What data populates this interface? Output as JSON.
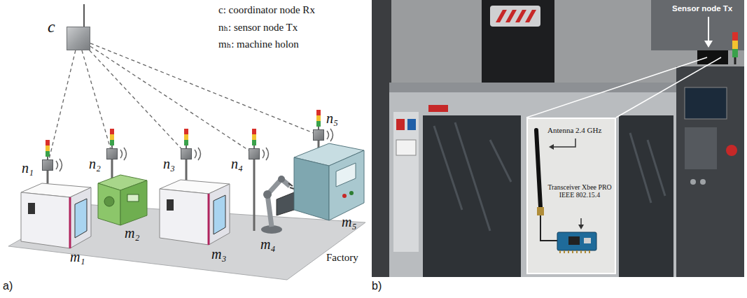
{
  "diagram": {
    "nodes": [
      {
        "text": [
          "c"
        ]
      },
      {
        "text": [
          "n₁"
        ]
      },
      {
        "text": [
          "n₂"
        ]
      },
      {
        "text": [
          "n₃"
        ]
      },
      {
        "text": [
          "n₄"
        ]
      },
      {
        "text": [
          "n₅"
        ]
      },
      {
        "text": [
          "Antenna 2.4 GHz",
          "Transceiver Xbee PRO IEEE 802.15.4"
        ]
      }
    ],
    "edges": [
      {
        "from": 0,
        "to": 1,
        "arrow": "none"
      },
      {
        "from": 0,
        "to": 2,
        "arrow": "none"
      },
      {
        "from": 0,
        "to": 3,
        "arrow": "none"
      },
      {
        "from": 0,
        "to": 4,
        "arrow": "none"
      },
      {
        "from": 0,
        "to": 5,
        "arrow": "none"
      }
    ],
    "labels": [
      "c: coordinator node Rx",
      "nₕ: sensor node Tx",
      "mₕ: machine holon",
      "m₁",
      "m₂",
      "m₃",
      "m₄",
      "m₅",
      "Factory",
      "a)",
      "b)",
      "Sensor node Tx"
    ]
  }
}
